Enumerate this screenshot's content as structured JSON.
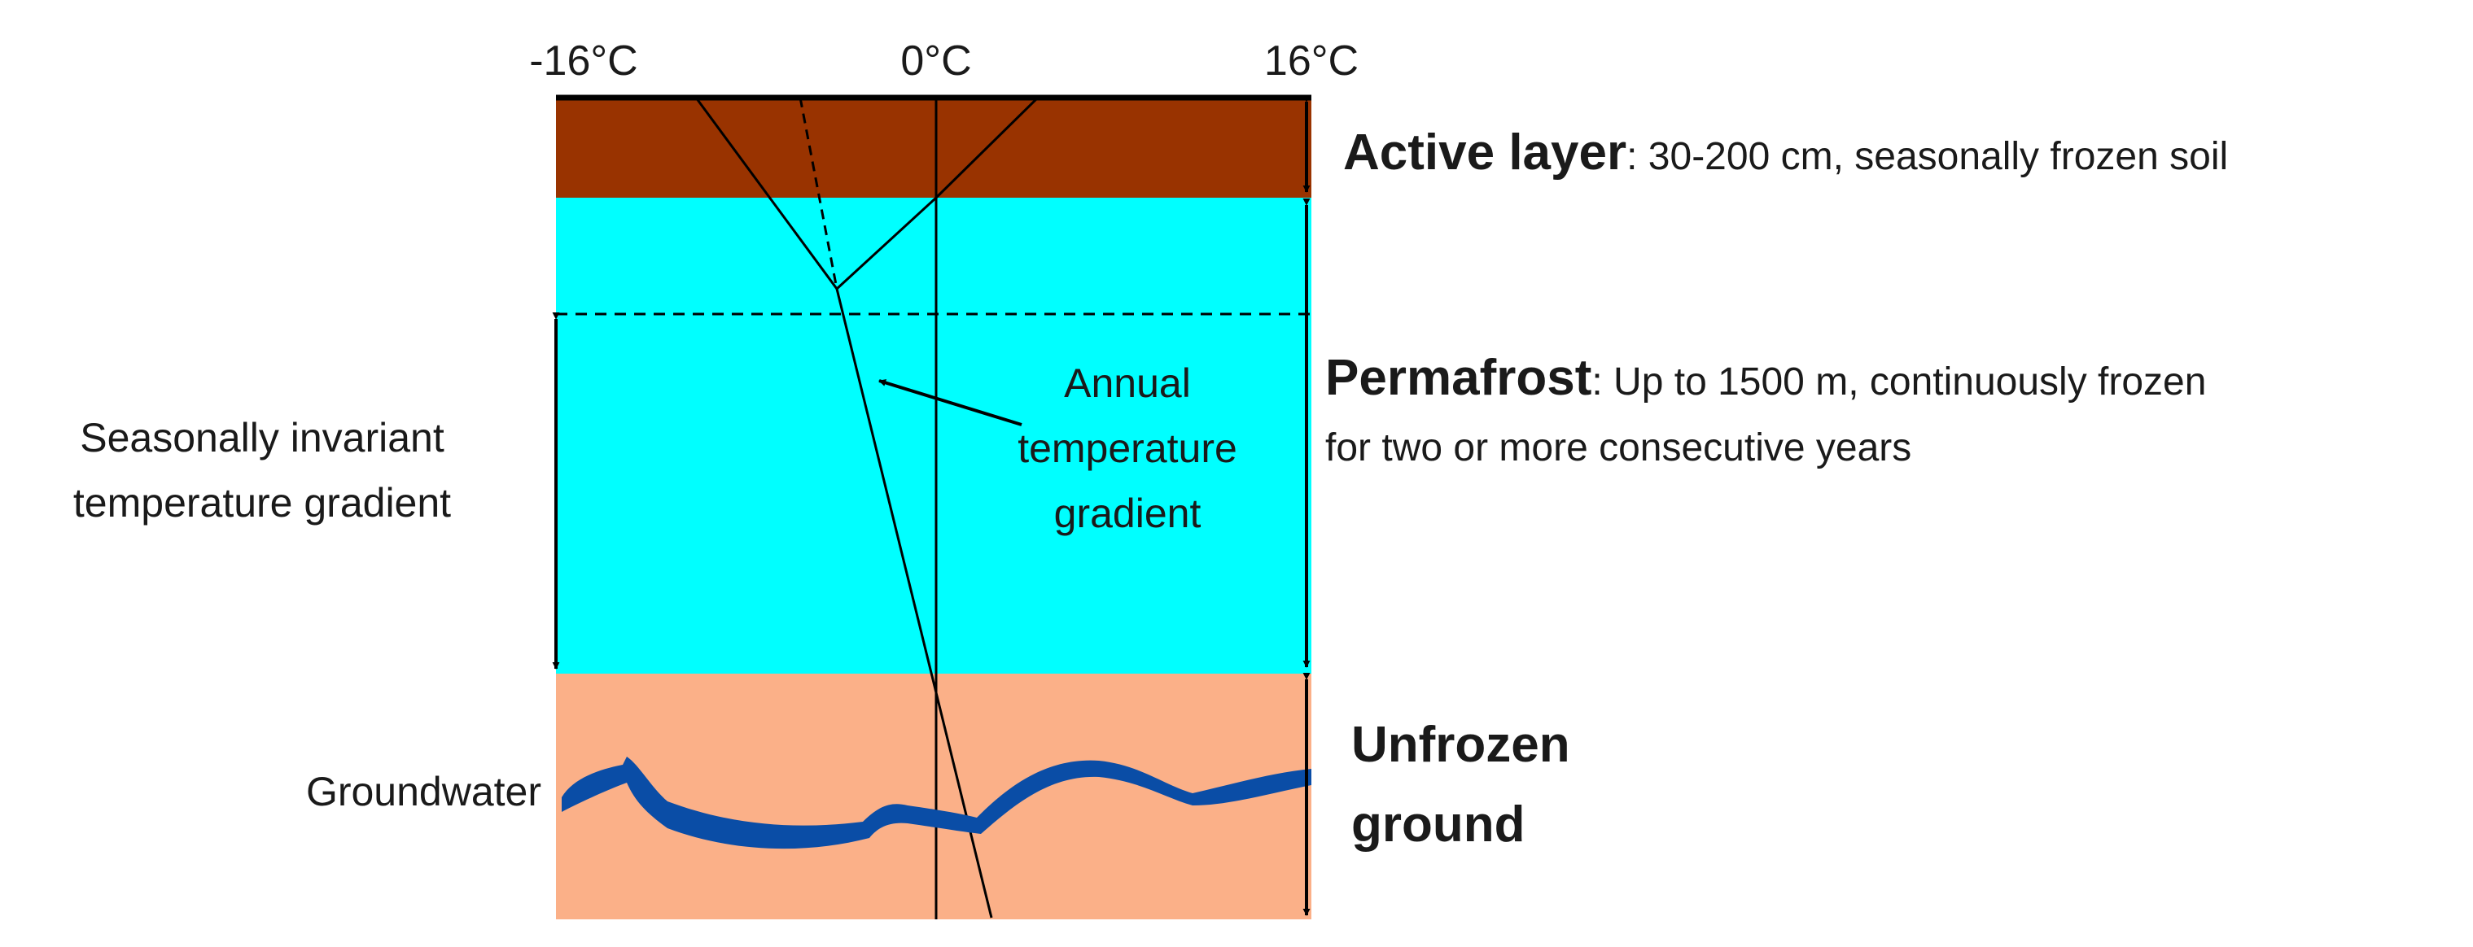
{
  "axis": {
    "min_label": "-16°C",
    "zero_label": "0°C",
    "max_label": "16°C"
  },
  "layers": {
    "active": {
      "title": "Active layer",
      "desc": ": 30-200 cm, seasonally frozen soil",
      "color": "#993300"
    },
    "permafrost": {
      "title": "Permafrost",
      "desc_line1": ":  Up to 1500 m, continuously frozen",
      "desc_line2": "for two or more consecutive years",
      "color": "#00FFFF"
    },
    "unfrozen": {
      "title_line1": "Unfrozen",
      "title_line2": "ground",
      "color": "#FBB088"
    }
  },
  "labels": {
    "invariant_line1": "Seasonally invariant",
    "invariant_line2": "temperature gradient",
    "annual_line1": "Annual",
    "annual_line2": "temperature",
    "annual_line3": "gradient",
    "groundwater": "Groundwater"
  },
  "colors": {
    "groundwater": "#0A4DA6",
    "line": "#000000"
  }
}
